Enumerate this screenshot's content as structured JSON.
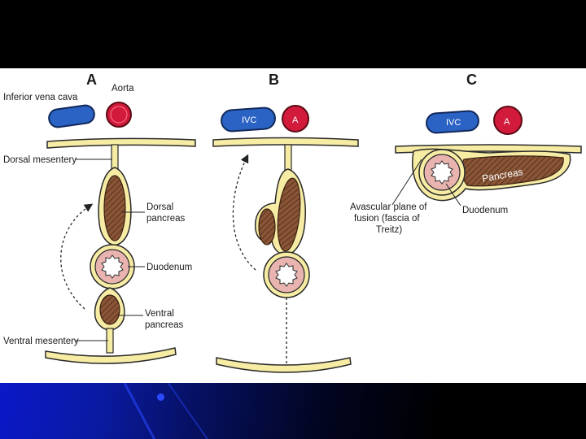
{
  "panels": {
    "a": {
      "letter": "A",
      "inferior_vena_cava": "Inferior vena cava",
      "aorta": "Aorta",
      "dorsal_mesentery": "Dorsal mesentery",
      "dorsal_pancreas_line1": "Dorsal",
      "dorsal_pancreas_line2": "pancreas",
      "duodenum": "Duodenum",
      "ventral_pancreas_line1": "Ventral",
      "ventral_pancreas_line2": "pancreas",
      "ventral_mesentery": "Ventral mesentery"
    },
    "b": {
      "letter": "B",
      "ivc": "IVC",
      "aorta": "A"
    },
    "c": {
      "letter": "C",
      "ivc": "IVC",
      "aorta": "A",
      "pancreas": "Pancreas",
      "fusion_line1": "Avascular plane of",
      "fusion_line2": "fusion (fascia of",
      "fusion_line3": "Treitz)",
      "duodenum": "Duodenum"
    }
  },
  "colors": {
    "ivc_fill": "#2b63c4",
    "aorta_fill": "#d21a3c",
    "mesentery_fill": "#f7eca4",
    "pancreas_fill": "#8a5536",
    "duodenum_wall": "#e9b4b0"
  },
  "icons": [
    "curved-arrow-icon"
  ]
}
